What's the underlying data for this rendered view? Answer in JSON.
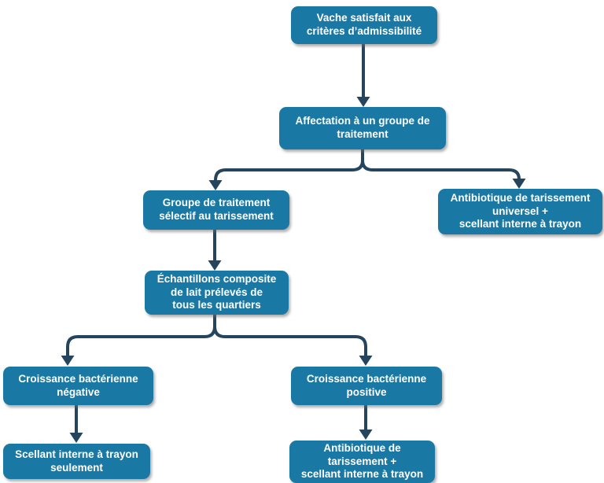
{
  "diagram": {
    "type": "flowchart",
    "language": "fr",
    "colors": {
      "node_fill": "#1A79A4",
      "node_text": "#FFFFFF",
      "connector": "#25455E",
      "background": "#FFFFFF"
    },
    "nodes": [
      {
        "id": "eligibility",
        "label": "Vache satisfait aux\ncritères d’admissibilité"
      },
      {
        "id": "assignment",
        "label": "Affectation à un groupe de\ntraitement"
      },
      {
        "id": "selective-group",
        "label": "Groupe de traitement\nsélectif au tarissement"
      },
      {
        "id": "blanket-antibiotic",
        "label": "Antibiotique de tarissement\nuniversel +\nscellant interne à trayon"
      },
      {
        "id": "composite-samples",
        "label": "Échantillons composite\nde lait prélevés de\ntous les quartiers"
      },
      {
        "id": "growth-negative",
        "label": "Croissance bactérienne\nnégative"
      },
      {
        "id": "growth-positive",
        "label": "Croissance bactérienne\npositive"
      },
      {
        "id": "sealant-only",
        "label": "Scellant interne à trayon\nseulement"
      },
      {
        "id": "antibiotic-sealant",
        "label": "Antibiotique de\ntarissement +\nscellant interne à trayon"
      }
    ],
    "edges": [
      {
        "from": "eligibility",
        "to": "assignment"
      },
      {
        "from": "assignment",
        "to": "selective-group"
      },
      {
        "from": "assignment",
        "to": "blanket-antibiotic"
      },
      {
        "from": "selective-group",
        "to": "composite-samples"
      },
      {
        "from": "composite-samples",
        "to": "growth-negative"
      },
      {
        "from": "composite-samples",
        "to": "growth-positive"
      },
      {
        "from": "growth-negative",
        "to": "sealant-only"
      },
      {
        "from": "growth-positive",
        "to": "antibiotic-sealant"
      }
    ]
  }
}
